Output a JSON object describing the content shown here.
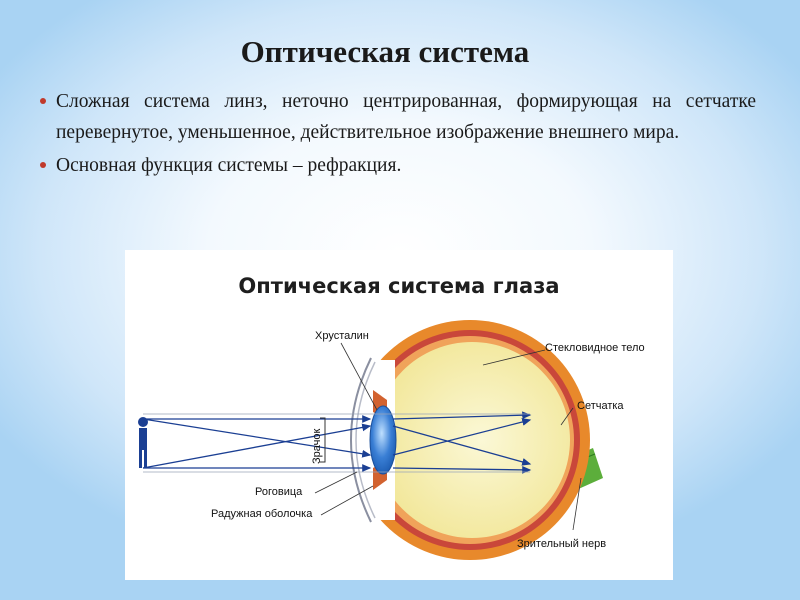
{
  "slide": {
    "title": "Оптическая система",
    "bullets": [
      "Сложная система линз, неточно центрированная, формирующая на сетчатке перевернутое, уменьшенное, действительное изображение внешнего мира.",
      "Основная функция системы – рефракция."
    ]
  },
  "figure": {
    "title": "Оптическая система глаза",
    "labels": {
      "lens": "Хрусталин",
      "vitreous": "Стекловидное тело",
      "retina": "Сетчатка",
      "pupil": "Зрачок",
      "cornea": "Роговица",
      "iris": "Радужная оболочка",
      "optic_nerve": "Зрительный нерв"
    }
  },
  "colors": {
    "bullet": "#c0392b",
    "sclera": "#e8892b",
    "vitreous": "#f7f2b0",
    "lens": "#3a7fd5",
    "nerve": "#5cae3b",
    "rays": "#1b3f93"
  }
}
